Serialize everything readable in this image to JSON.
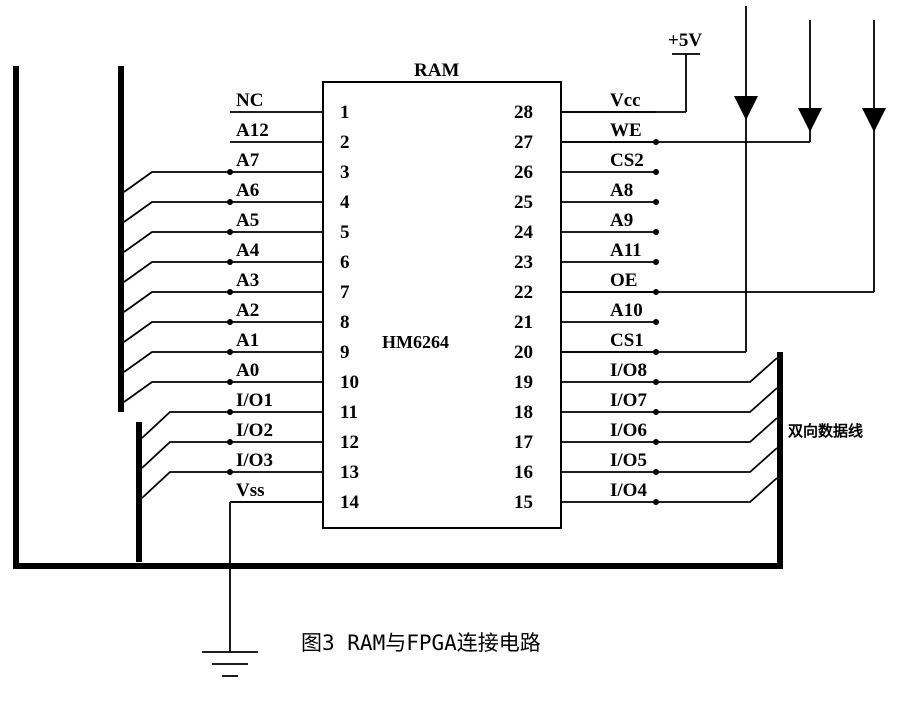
{
  "chip": {
    "title": "RAM",
    "part": "HM6264",
    "left_pins": [
      {
        "num": "1",
        "name": "NC"
      },
      {
        "num": "2",
        "name": "A12"
      },
      {
        "num": "3",
        "name": "A7"
      },
      {
        "num": "4",
        "name": "A6"
      },
      {
        "num": "5",
        "name": "A5"
      },
      {
        "num": "6",
        "name": "A4"
      },
      {
        "num": "7",
        "name": "A3"
      },
      {
        "num": "8",
        "name": "A2"
      },
      {
        "num": "9",
        "name": "A1"
      },
      {
        "num": "10",
        "name": "A0"
      },
      {
        "num": "11",
        "name": "I/O1"
      },
      {
        "num": "12",
        "name": "I/O2"
      },
      {
        "num": "13",
        "name": "I/O3"
      },
      {
        "num": "14",
        "name": "Vss"
      }
    ],
    "right_pins": [
      {
        "num": "28",
        "name": "Vcc"
      },
      {
        "num": "27",
        "name": "WE"
      },
      {
        "num": "26",
        "name": "CS2"
      },
      {
        "num": "25",
        "name": "A8"
      },
      {
        "num": "24",
        "name": "A9"
      },
      {
        "num": "23",
        "name": "A11"
      },
      {
        "num": "22",
        "name": "OE"
      },
      {
        "num": "21",
        "name": "A10"
      },
      {
        "num": "20",
        "name": "CS1"
      },
      {
        "num": "19",
        "name": "I/O8"
      },
      {
        "num": "18",
        "name": "I/O7"
      },
      {
        "num": "17",
        "name": "I/O6"
      },
      {
        "num": "16",
        "name": "I/O5"
      },
      {
        "num": "15",
        "name": "I/O4"
      }
    ]
  },
  "power_label": "+5V",
  "bus_label": "双向数据线",
  "caption": "图3  RAM与FPGA连接电路"
}
